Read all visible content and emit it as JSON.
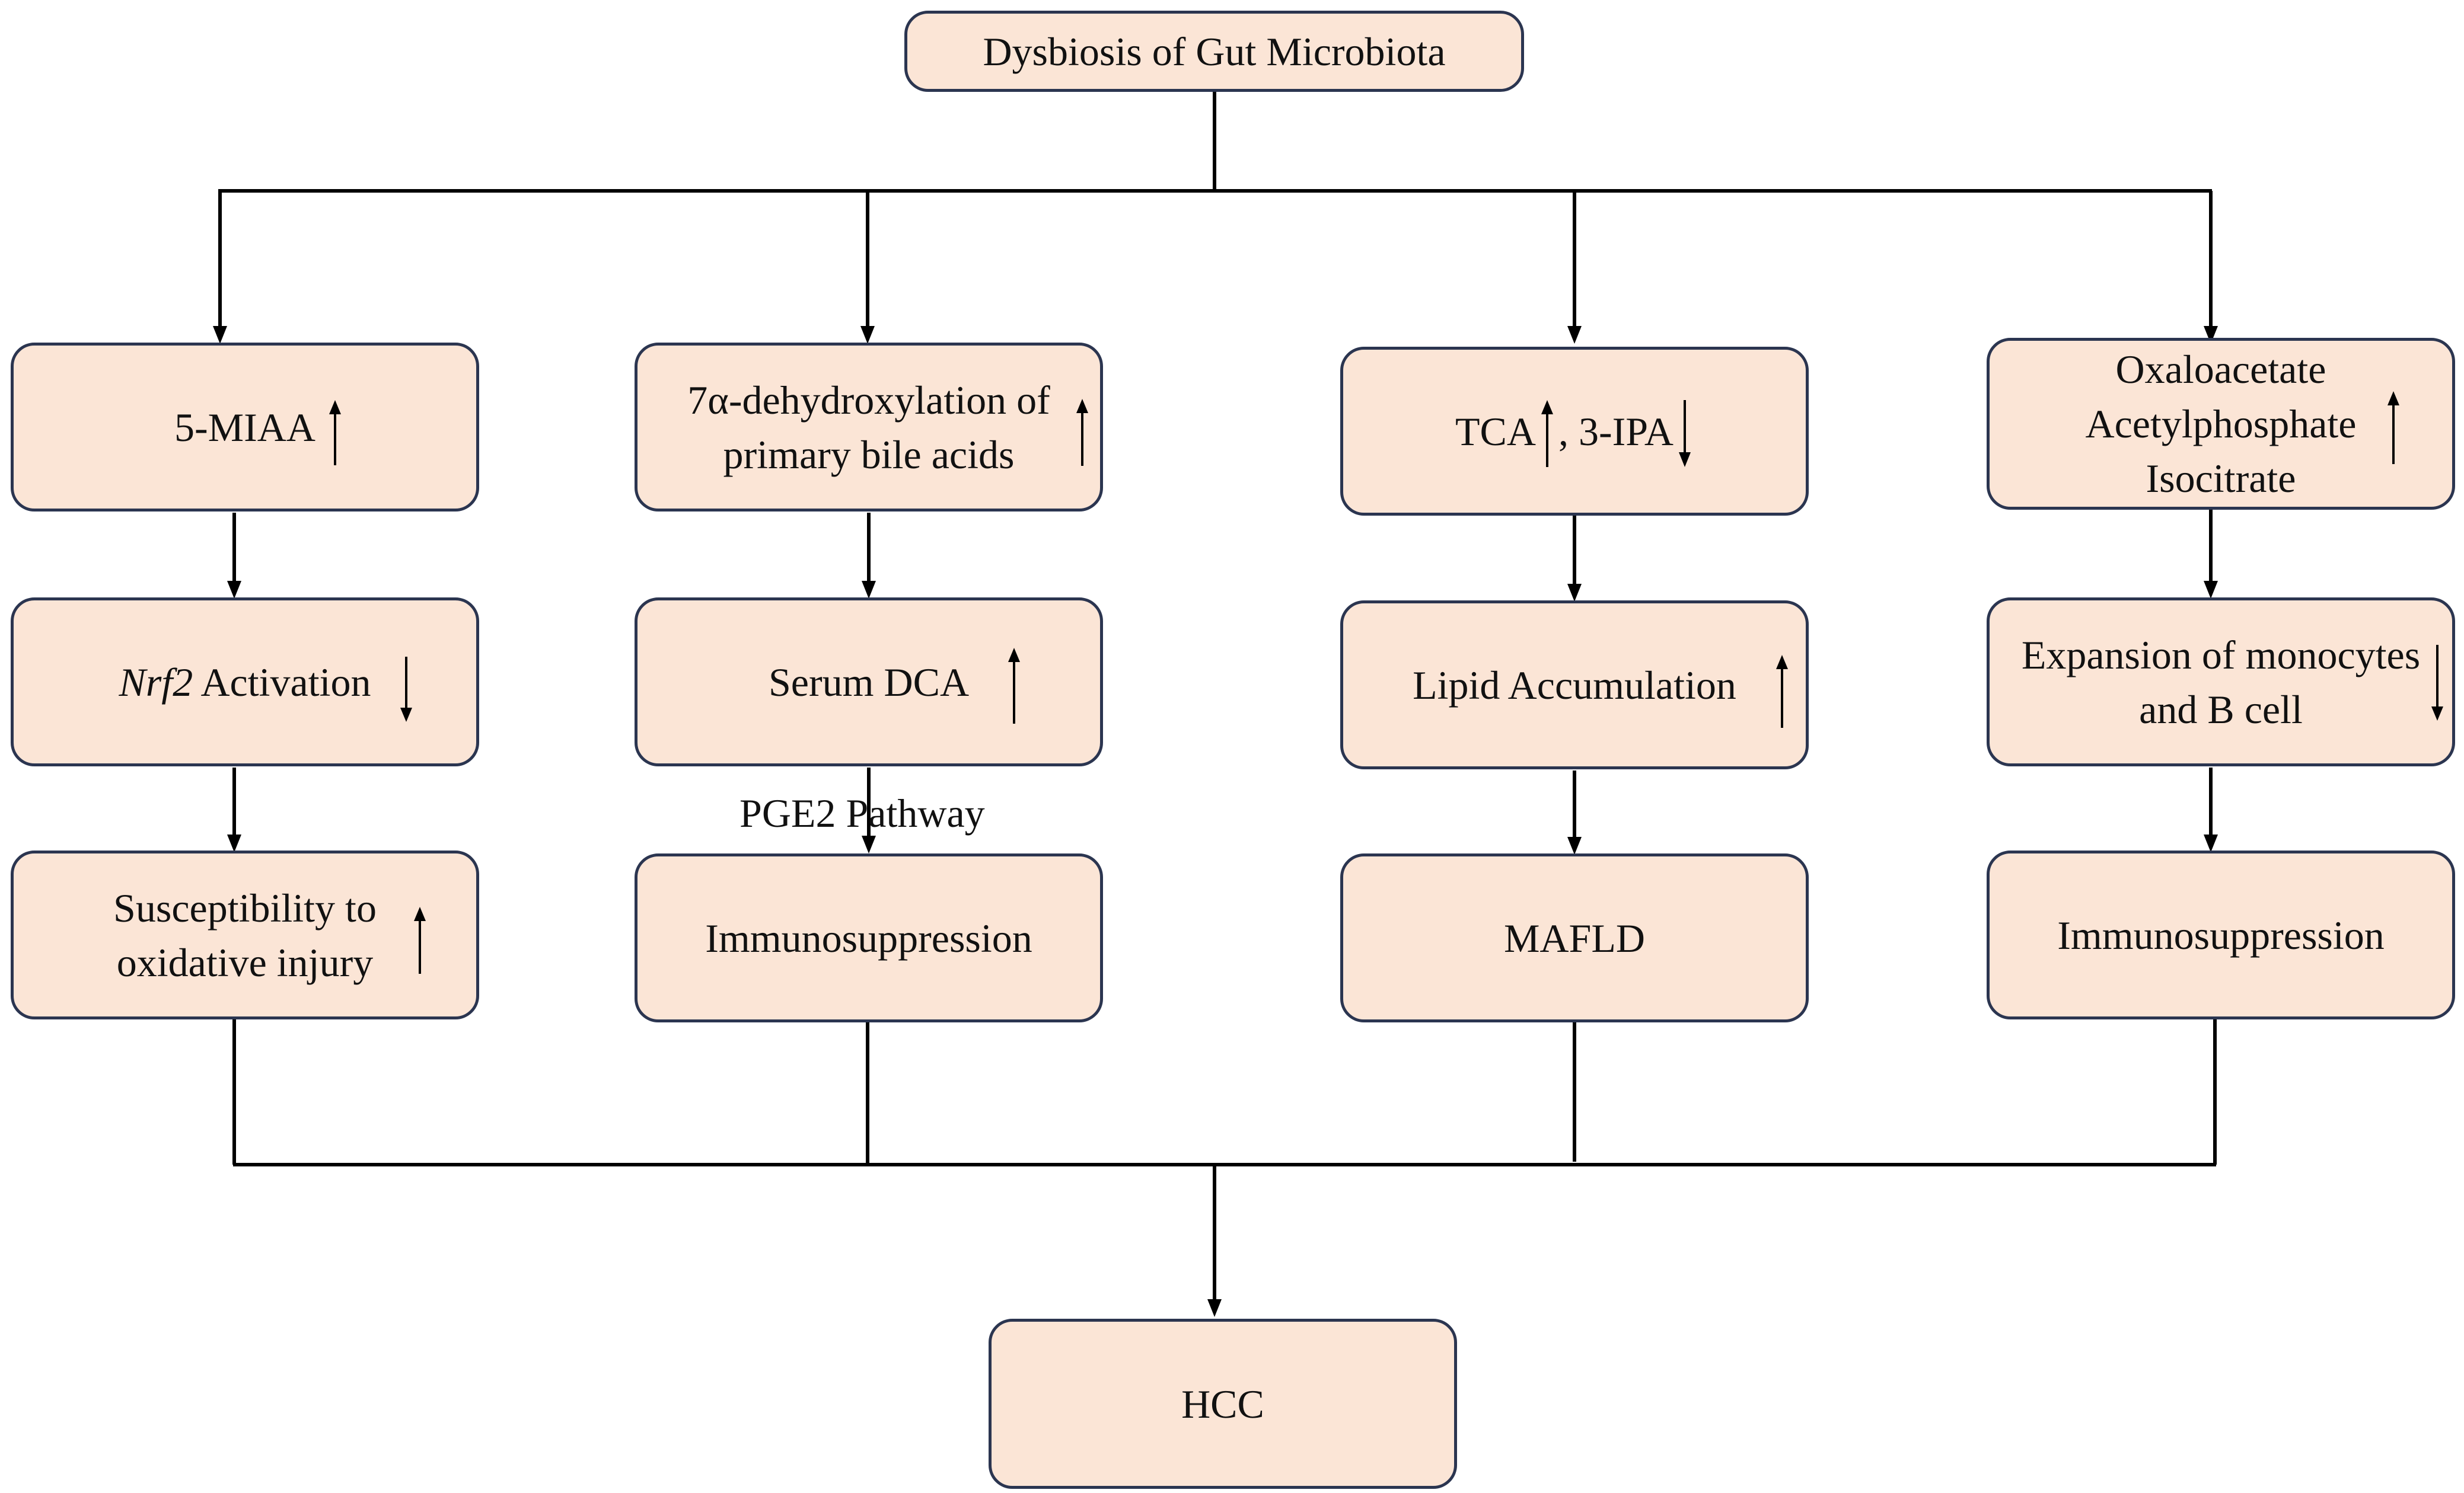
{
  "root": {
    "label": "Dysbiosis of Gut Microbiota"
  },
  "columns": [
    {
      "steps": [
        {
          "label": "5-MIAA",
          "change": "up"
        },
        {
          "label_italic": "Nrf2",
          "label": " Activation",
          "change": "down"
        },
        {
          "lines": [
            "Susceptibility to",
            "oxidative injury"
          ],
          "change": "up"
        }
      ]
    },
    {
      "steps": [
        {
          "lines": [
            "7α-dehydroxylation of",
            "primary bile acids"
          ],
          "change": "up"
        },
        {
          "label": "Serum DCA",
          "change": "up"
        },
        {
          "label": "Immunosuppression"
        }
      ],
      "edge_label": "PGE2 Pathway"
    },
    {
      "steps": [
        {
          "label_a": "TCA",
          "change_a": "up",
          "label_b": ", 3-IPA",
          "change_b": "down"
        },
        {
          "label": "Lipid Accumulation",
          "change": "up"
        },
        {
          "label": "MAFLD"
        }
      ]
    },
    {
      "steps": [
        {
          "lines": [
            "Oxaloacetate",
            "Acetylphosphate",
            "Isocitrate"
          ],
          "change": "up"
        },
        {
          "lines": [
            "Expansion of monocytes",
            "and B cell"
          ],
          "change": "down"
        },
        {
          "label": "Immunosuppression"
        }
      ]
    }
  ],
  "outcome": {
    "label": "HCC"
  },
  "colors": {
    "box_fill": "#fbe5d6",
    "box_border": "#2b3550",
    "line": "#000000"
  }
}
